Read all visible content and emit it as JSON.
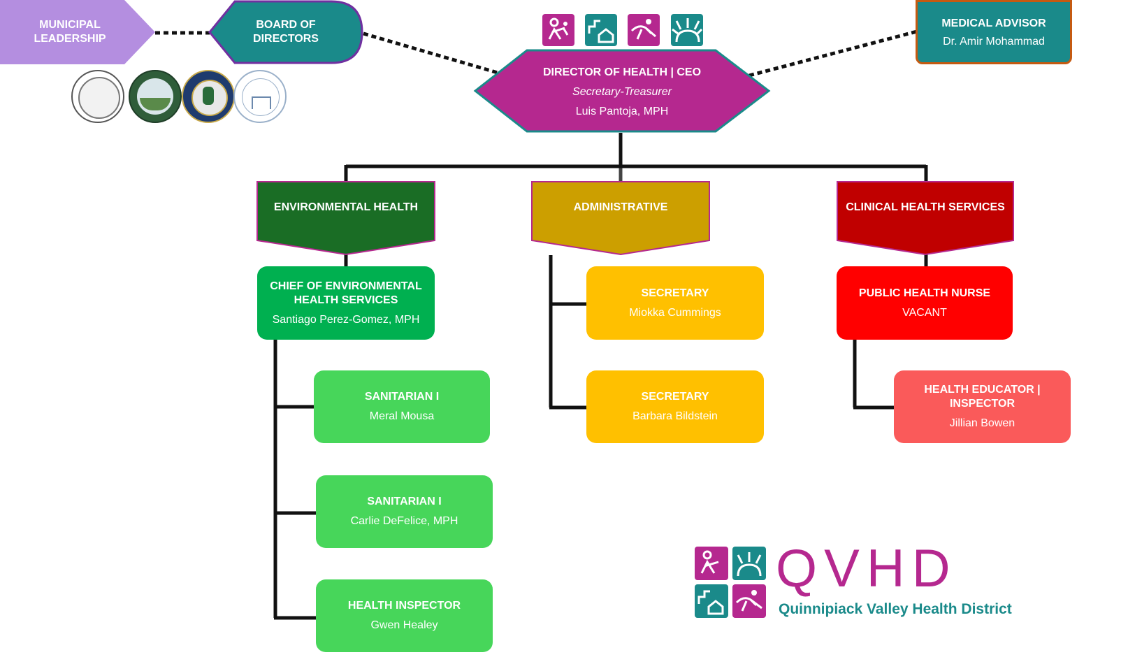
{
  "municipal": {
    "line1": "MUNICIPAL",
    "line2": "LEADERSHIP"
  },
  "board": {
    "line1": "BOARD OF",
    "line2": "DIRECTORS"
  },
  "medical": {
    "title": "MEDICAL ADVISOR",
    "name": "Dr. Amir Mohammad"
  },
  "director": {
    "title": "DIRECTOR OF HEALTH | CEO",
    "subtitle": "Secretary-Treasurer",
    "name": "Luis Pantoja, MPH"
  },
  "departments": {
    "environmental": "ENVIRONMENTAL HEALTH",
    "administrative": "ADMINISTRATIVE",
    "clinical": "CLINICAL HEALTH SERVICES"
  },
  "chief": {
    "line1": "CHIEF OF ENVIRONMENTAL",
    "line2": "HEALTH SERVICES",
    "name": "Santiago Perez-Gomez, MPH"
  },
  "sanitarian1": {
    "title": "SANITARIAN I",
    "name": "Meral Mousa"
  },
  "sanitarian2": {
    "title": "SANITARIAN I",
    "name": "Carlie DeFelice, MPH"
  },
  "inspector": {
    "title": "HEALTH INSPECTOR",
    "name": "Gwen Healey"
  },
  "secretary1": {
    "title": "SECRETARY",
    "name": "Miokka Cummings"
  },
  "secretary2": {
    "title": "SECRETARY",
    "name": "Barbara Bildstein"
  },
  "nurse": {
    "title": "PUBLIC HEALTH NURSE",
    "name": "VACANT"
  },
  "educator": {
    "line1": "HEALTH EDUCATOR |",
    "line2": "INSPECTOR",
    "name": "Jillian Bowen"
  },
  "logo": {
    "acronym": "QVHD",
    "full_name": "Quinnipiack Valley Health District"
  },
  "colors": {
    "purple": "#b48ee0",
    "teal": "#1a8a8a",
    "magenta": "#b5288f",
    "env_dark": "#1a6d25",
    "admin_dark": "#cc9f00",
    "clinical_dark": "#c00000",
    "green": "#00b050",
    "light_green": "#47d65a",
    "yellow": "#ffc000",
    "red": "#ff0000",
    "salmon": "#fa5a5a",
    "orange_border": "#c55a11"
  },
  "icons": [
    "family-icon",
    "house-steps-icon",
    "runner-icon",
    "sunrise-icon"
  ]
}
